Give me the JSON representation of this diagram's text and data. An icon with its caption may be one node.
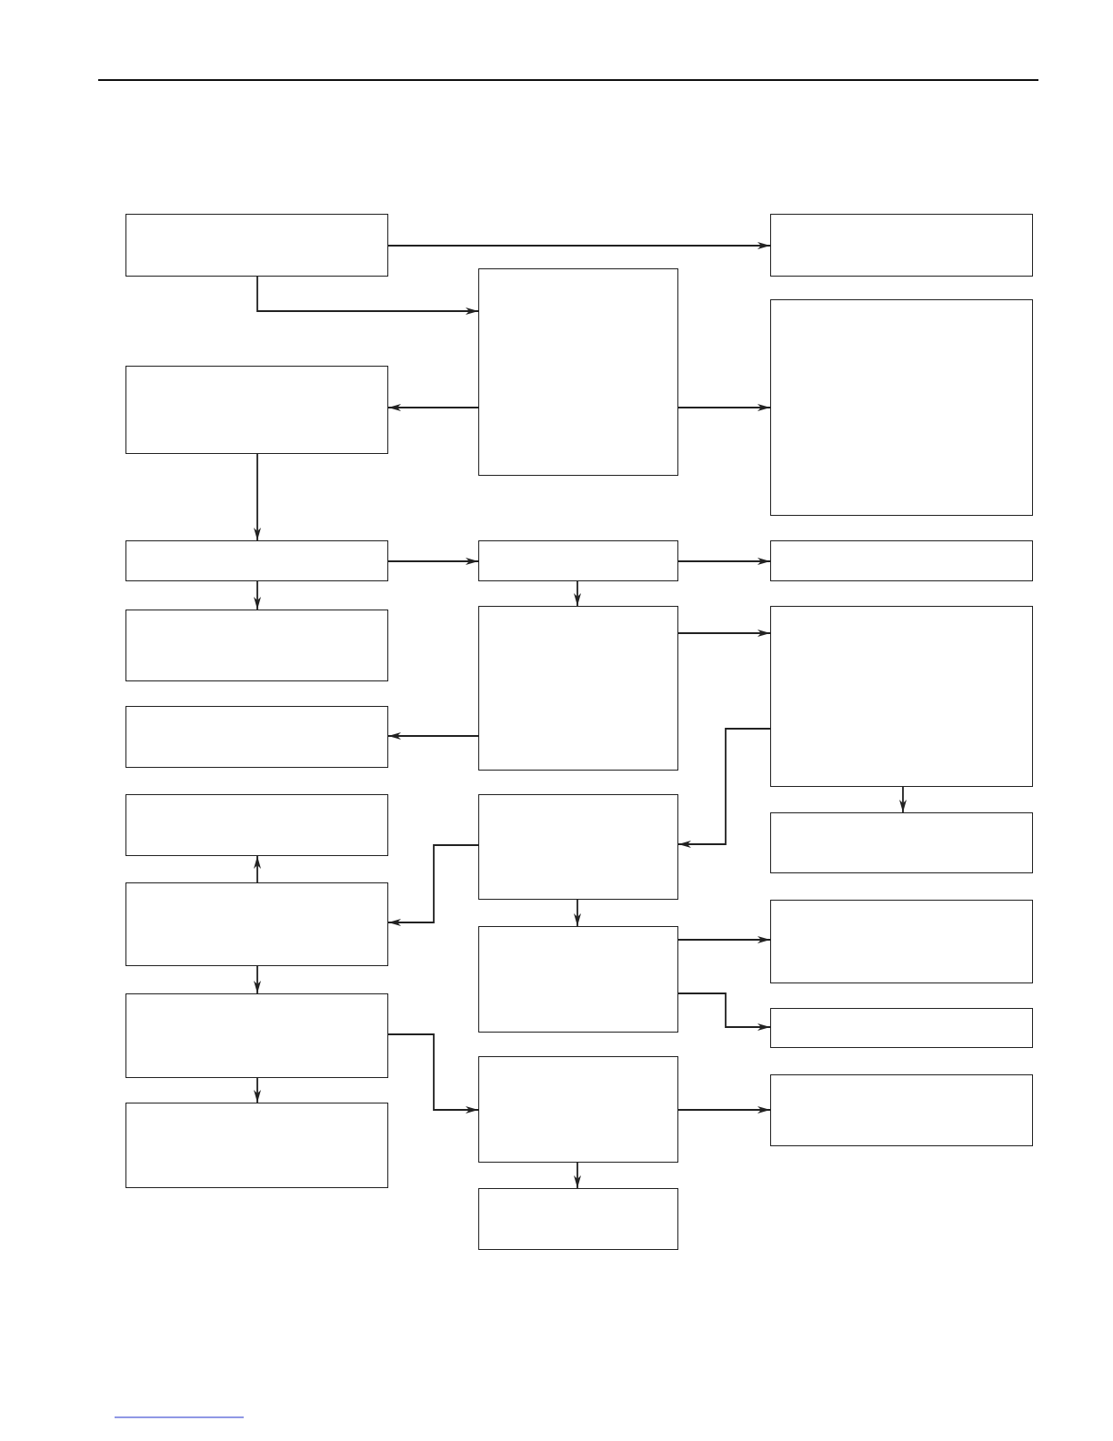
{
  "diagram": {
    "nodes": [
      {
        "text": [],
        "shape": "box"
      },
      {
        "text": [],
        "shape": "box"
      },
      {
        "text": [],
        "shape": "box"
      },
      {
        "text": [],
        "shape": "box"
      },
      {
        "text": [],
        "shape": "box"
      },
      {
        "text": [],
        "shape": "box"
      },
      {
        "text": [],
        "shape": "box"
      },
      {
        "text": [],
        "shape": "box"
      },
      {
        "text": [],
        "shape": "box"
      },
      {
        "text": [],
        "shape": "box"
      },
      {
        "text": [],
        "shape": "box"
      },
      {
        "text": [],
        "shape": "box"
      },
      {
        "text": [],
        "shape": "box"
      },
      {
        "text": [],
        "shape": "box"
      },
      {
        "text": [],
        "shape": "box"
      },
      {
        "text": [],
        "shape": "box"
      },
      {
        "text": [],
        "shape": "box"
      },
      {
        "text": [],
        "shape": "box"
      },
      {
        "text": [],
        "shape": "box"
      },
      {
        "text": [],
        "shape": "box"
      },
      {
        "text": [],
        "shape": "box"
      },
      {
        "text": [],
        "shape": "box"
      },
      {
        "text": [],
        "shape": "box"
      },
      {
        "text": [],
        "shape": "box"
      }
    ],
    "edges": [
      {
        "from": 0,
        "to": 16,
        "arrow": "to"
      },
      {
        "from": 0,
        "to": 9,
        "arrow": "to"
      },
      {
        "from": 9,
        "to": 1,
        "arrow": "to"
      },
      {
        "from": 9,
        "to": 17,
        "arrow": "to"
      },
      {
        "from": 1,
        "to": 2,
        "arrow": "to"
      },
      {
        "from": 2,
        "to": 10,
        "arrow": "to"
      },
      {
        "from": 10,
        "to": 18,
        "arrow": "to"
      },
      {
        "from": 2,
        "to": 3,
        "arrow": "to"
      },
      {
        "from": 10,
        "to": 11,
        "arrow": "to"
      },
      {
        "from": 11,
        "to": 19,
        "arrow": "to"
      },
      {
        "from": 11,
        "to": 4,
        "arrow": "to"
      },
      {
        "from": 19,
        "to": 12,
        "arrow": "to"
      },
      {
        "from": 19,
        "to": 20,
        "arrow": "to"
      },
      {
        "from": 6,
        "to": 5,
        "arrow": "to"
      },
      {
        "from": 12,
        "to": 6,
        "arrow": "to"
      },
      {
        "from": 12,
        "to": 13,
        "arrow": "to"
      },
      {
        "from": 6,
        "to": 7,
        "arrow": "to"
      },
      {
        "from": 7,
        "to": 14,
        "arrow": "to"
      },
      {
        "from": 13,
        "to": 21,
        "arrow": "to"
      },
      {
        "from": 13,
        "to": 22,
        "arrow": "to"
      },
      {
        "from": 7,
        "to": 8,
        "arrow": "to"
      },
      {
        "from": 14,
        "to": 23,
        "arrow": "to"
      },
      {
        "from": 14,
        "to": 15,
        "arrow": "to"
      }
    ]
  }
}
